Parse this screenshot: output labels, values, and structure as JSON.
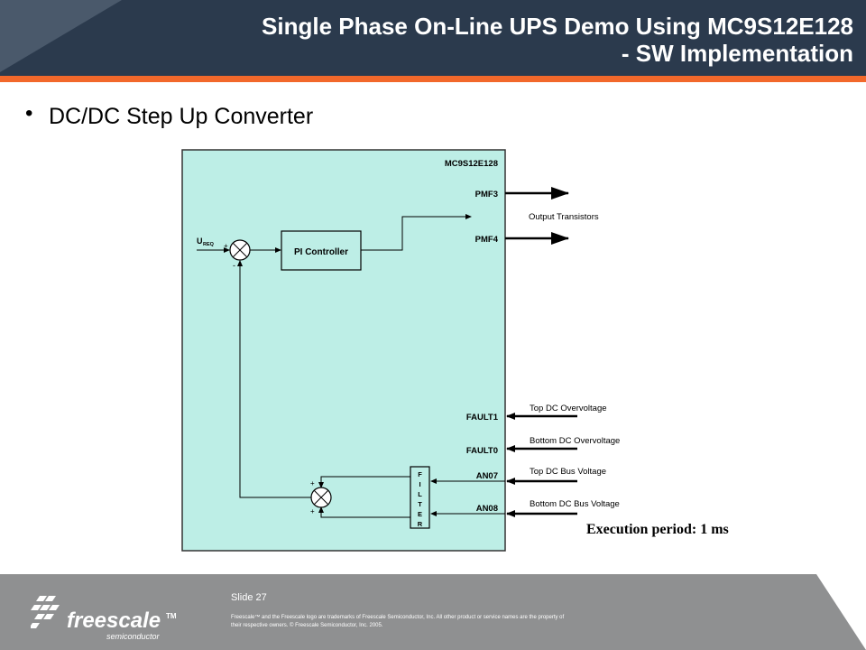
{
  "slide": {
    "title_line1": "Single Phase On-Line UPS Demo Using MC9S12E128",
    "title_line2": "- SW Implementation",
    "bullet": "DC/DC Step Up Converter",
    "execution_note": "Execution period: 1 ms"
  },
  "diagram": {
    "chip_name": "MC9S12E128",
    "controller_label": "PI Controller",
    "input_label_main": "U",
    "input_label_sub": "REQ",
    "filter_letters": [
      "F",
      "I",
      "L",
      "T",
      "E",
      "R"
    ],
    "pins": {
      "pmf3": "PMF3",
      "pmf4": "PMF4",
      "fault1": "FAULT1",
      "fault0": "FAULT0",
      "an07": "AN07",
      "an08": "AN08"
    },
    "signals": {
      "output_transistors": "Output Transistors",
      "top_dc_overvoltage": "Top DC Overvoltage",
      "bottom_dc_overvoltage": "Bottom DC Overvoltage",
      "top_dc_bus_voltage": "Top DC Bus Voltage",
      "bottom_dc_bus_voltage": "Bottom DC Bus Voltage"
    },
    "signs": {
      "plus": "+",
      "minus": "-"
    },
    "colors": {
      "chip_fill": "#bdeee6",
      "header": "#2b3a4d",
      "accent": "#f2682b",
      "footer": "#8f9091"
    }
  },
  "footer": {
    "slide_number": "Slide 27",
    "legal_text": "Freescale™ and the Freescale logo are trademarks of Freescale Semiconductor, Inc. All other product or service names are the property of their respective owners. © Freescale Semiconductor, Inc. 2005.",
    "logo_text": "freescale",
    "logo_tm": "TM",
    "logo_sub": "semiconductor",
    "logo_icon": "freescale-chevron-icon"
  }
}
